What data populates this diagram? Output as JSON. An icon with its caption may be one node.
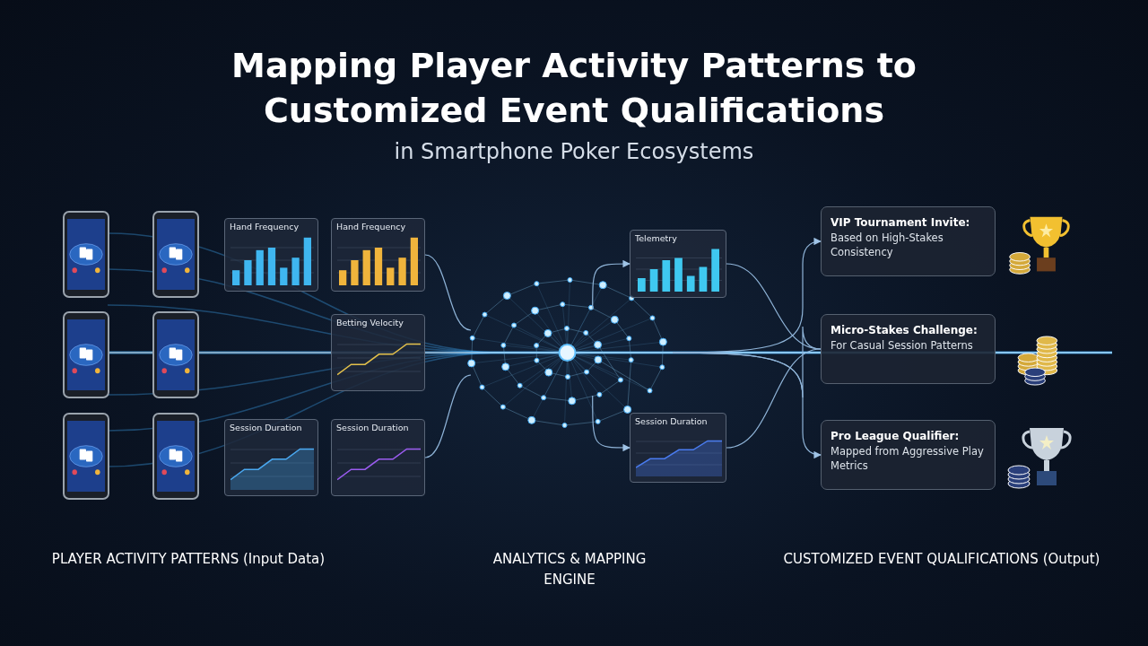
{
  "diagram": {
    "title": "Mapping Player Activity Patterns to Customized Event Qualifications",
    "nodes": [
      {
        "text": [],
        "shape": "picture"
      },
      {
        "text": [],
        "shape": "picture"
      },
      {
        "text": [],
        "shape": "picture"
      },
      {
        "text": [],
        "shape": "picture"
      },
      {
        "text": [],
        "shape": "picture"
      },
      {
        "text": [],
        "shape": "picture"
      },
      {
        "text": [
          "Hand Frequency"
        ]
      },
      {
        "text": [
          "Hand Frequency"
        ]
      },
      {
        "text": [
          "Betting Velocity"
        ]
      },
      {
        "text": [
          "Session Duration"
        ]
      },
      {
        "text": [
          "Session Duration"
        ]
      },
      {
        "text": [],
        "shape": "picture"
      },
      {
        "text": [
          "Telemetry"
        ]
      },
      {
        "text": [
          "Session Duration"
        ]
      },
      {
        "text": [
          "VIP Tournament Invite:",
          "Based on High-Stakes Consistency"
        ]
      },
      {
        "text": [
          "Micro-Stakes Challenge:",
          "For Casual Session Patterns"
        ]
      },
      {
        "text": [
          "Pro League Qualifier:",
          "Mapped from Aggressive Play Metrics"
        ]
      },
      {
        "text": [],
        "shape": "picture"
      },
      {
        "text": [],
        "shape": "picture"
      },
      {
        "text": [],
        "shape": "picture"
      }
    ],
    "edges": [
      {
        "from": 7,
        "to": 11,
        "arrow": "none"
      },
      {
        "from": 10,
        "to": 11,
        "arrow": "none"
      },
      {
        "from": 11,
        "to": 12,
        "arrow": "to"
      },
      {
        "from": 11,
        "to": 13,
        "arrow": "to"
      },
      {
        "from": 12,
        "to": 15,
        "arrow": "none"
      },
      {
        "from": 13,
        "to": 15,
        "arrow": "none"
      },
      {
        "from": 11,
        "to": 15,
        "arrow": "none"
      },
      {
        "from": 11,
        "to": 14,
        "arrow": "to"
      },
      {
        "from": 11,
        "to": 16,
        "arrow": "to"
      }
    ],
    "labels": [
      "in Smartphone Poker Ecosystems",
      "PLAYER ACTIVITY PATTERNS (Input Data)",
      "ANALYTICS & MAPPING ENGINE",
      "CUSTOMIZED EVENT QUALIFICATIONS (Output)"
    ]
  }
}
